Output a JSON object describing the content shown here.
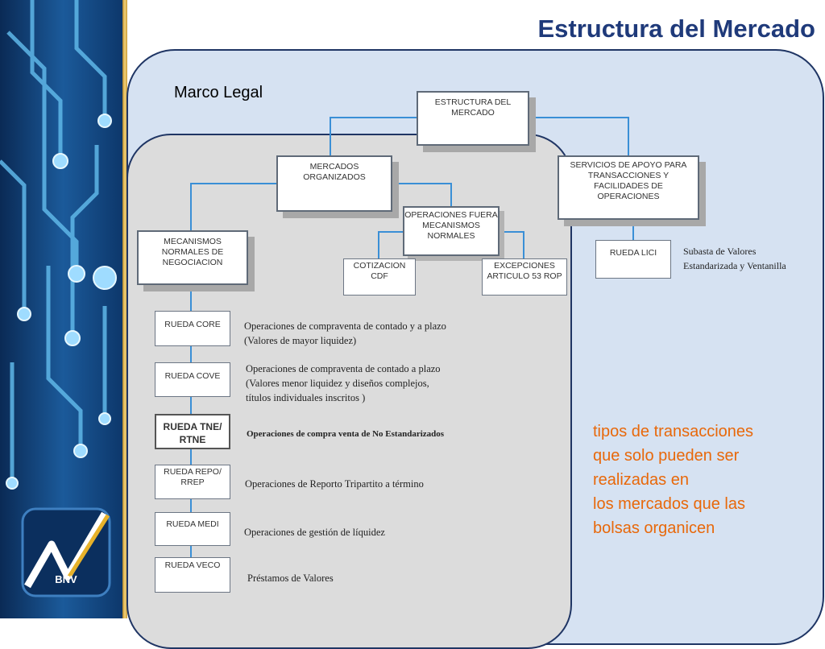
{
  "title": "Estructura del Mercado",
  "marco_legal": "Marco Legal",
  "logo": {
    "text": "BNV"
  },
  "colors": {
    "title": "#1f3a7a",
    "accent": "#e8680a",
    "outer_panel": "#d6e2f2",
    "inner_panel": "#dcdcdc"
  },
  "diagram": {
    "root": "ESTRUCTURA DEL\nMERCADO",
    "mercados_organizados": "MERCADOS\nORGANIZADOS",
    "servicios": "SERVICIOS DE APOYO PARA\nTRANSACCIONES Y\nFACILIDADES DE\nOPERACIONES",
    "mecanismos": "MECANISMOS\nNORMALES DE\nNEGOCIACION",
    "operaciones_fuera": "OPERACIONES FUERA\nMECANISMOS\nNORMALES",
    "cotizacion": "COTIZACION\nCDF",
    "excepciones": "EXCEPCIONES\nARTICULO 53 ROP",
    "rueda_lici": "RUEDA LICI",
    "rueda_lici_desc": "Subasta de Valores\nEstandarizada y Ventanilla"
  },
  "ruedas": [
    {
      "label": "RUEDA CORE",
      "desc": "Operaciones de compraventa de contado y a plazo\n(Valores de mayor liquidez)"
    },
    {
      "label": "RUEDA COVE",
      "desc": "Operaciones de compraventa de contado a plazo\n(Valores menor liquidez y diseños complejos,\ntítulos individuales inscritos )"
    },
    {
      "label": "RUEDA TNE/\nRTNE",
      "desc": "Operaciones de compra venta de No Estandarizados"
    },
    {
      "label": "RUEDA REPO/\nRREP",
      "desc": "Operaciones de Reporto Tripartito a término"
    },
    {
      "label": "RUEDA MEDI",
      "desc": "Operaciones de gestión de líquidez"
    },
    {
      "label": "RUEDA VECO",
      "desc": "Préstamos de Valores"
    }
  ],
  "note": "tipos de transacciones\nque solo pueden ser\nrealizadas en\nlos mercados que las\nbolsas organicen"
}
